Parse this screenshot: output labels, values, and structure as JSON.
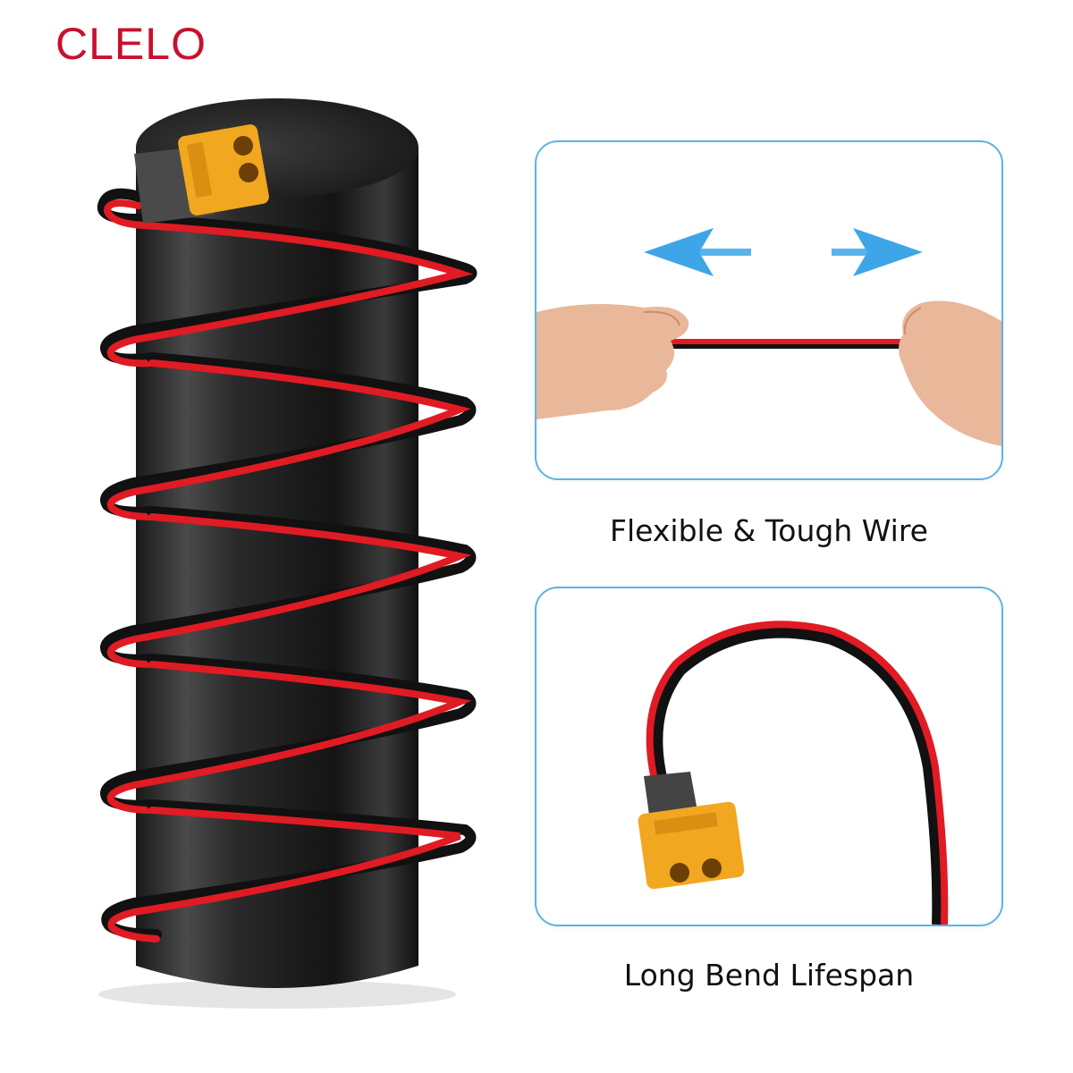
{
  "brand": {
    "name": "CLELO",
    "color": "#c8102e"
  },
  "features": [
    {
      "caption": "Flexible & Tough Wire",
      "icon": "stretch-arrows-icon"
    },
    {
      "caption": "Long Bend Lifespan",
      "icon": "bent-cable-icon"
    }
  ],
  "colors": {
    "wire_red": "#e01b24",
    "wire_black": "#111111",
    "connector": "#f2a720",
    "panel_border": "#5bb4e5",
    "arrow": "#3ea6e8"
  }
}
